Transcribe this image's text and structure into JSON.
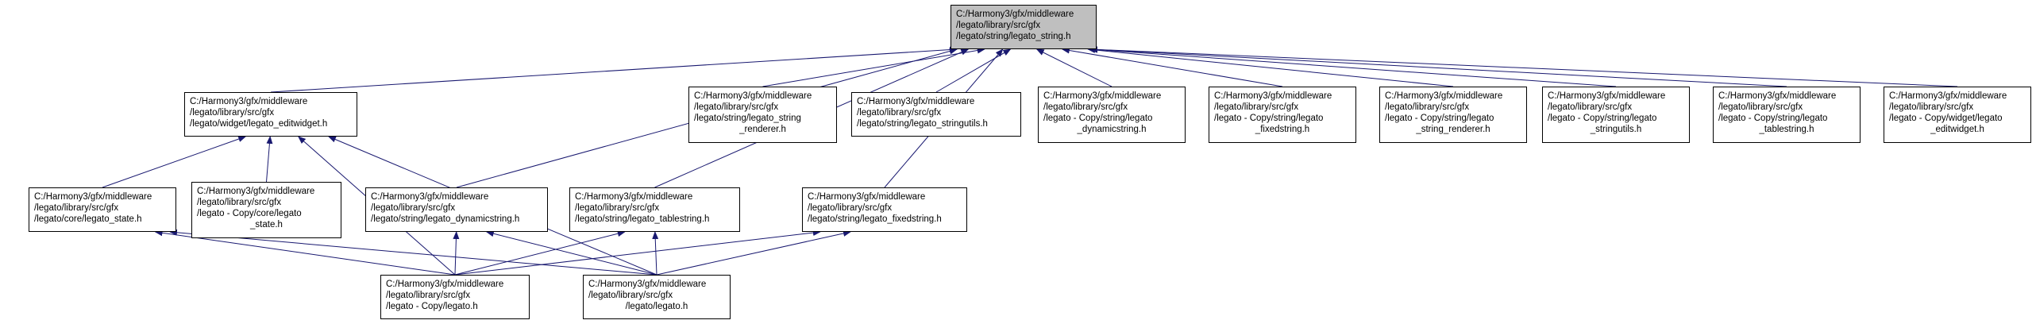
{
  "colors": {
    "edge": "#191970",
    "node_border": "#000000",
    "root_fill": "#bfbfbf",
    "node_fill": "#ffffff"
  },
  "nodes": {
    "root": [
      "C:/Harmony3/gfx/middleware",
      "/legato/library/src/gfx",
      "/legato/string/legato_string.h"
    ],
    "editwidget": [
      "C:/Harmony3/gfx/middleware",
      "/legato/library/src/gfx",
      "/legato/widget/legato_editwidget.h"
    ],
    "string_renderer": [
      "C:/Harmony3/gfx/middleware",
      "/legato/library/src/gfx",
      "/legato/string/legato_string",
      "_renderer.h"
    ],
    "stringutils": [
      "C:/Harmony3/gfx/middleware",
      "/legato/library/src/gfx",
      "/legato/string/legato_stringutils.h"
    ],
    "copy_dynamicstring": [
      "C:/Harmony3/gfx/middleware",
      "/legato/library/src/gfx",
      "/legato - Copy/string/legato",
      "_dynamicstring.h"
    ],
    "copy_fixedstring": [
      "C:/Harmony3/gfx/middleware",
      "/legato/library/src/gfx",
      "/legato - Copy/string/legato",
      "_fixedstring.h"
    ],
    "copy_string_renderer": [
      "C:/Harmony3/gfx/middleware",
      "/legato/library/src/gfx",
      "/legato - Copy/string/legato",
      "_string_renderer.h"
    ],
    "copy_stringutils": [
      "C:/Harmony3/gfx/middleware",
      "/legato/library/src/gfx",
      "/legato - Copy/string/legato",
      "_stringutils.h"
    ],
    "copy_tablestring": [
      "C:/Harmony3/gfx/middleware",
      "/legato/library/src/gfx",
      "/legato - Copy/string/legato",
      "_tablestring.h"
    ],
    "copy_editwidget": [
      "C:/Harmony3/gfx/middleware",
      "/legato/library/src/gfx",
      "/legato - Copy/widget/legato",
      "_editwidget.h"
    ],
    "core_state": [
      "C:/Harmony3/gfx/middleware",
      "/legato/library/src/gfx",
      "/legato/core/legato_state.h"
    ],
    "copy_core_state": [
      "C:/Harmony3/gfx/middleware",
      "/legato/library/src/gfx",
      "/legato - Copy/core/legato",
      "_state.h"
    ],
    "dynamicstring": [
      "C:/Harmony3/gfx/middleware",
      "/legato/library/src/gfx",
      "/legato/string/legato_dynamicstring.h"
    ],
    "tablestring": [
      "C:/Harmony3/gfx/middleware",
      "/legato/library/src/gfx",
      "/legato/string/legato_tablestring.h"
    ],
    "fixedstring": [
      "C:/Harmony3/gfx/middleware",
      "/legato/library/src/gfx",
      "/legato/string/legato_fixedstring.h"
    ],
    "copy_legato": [
      "C:/Harmony3/gfx/middleware",
      "/legato/library/src/gfx",
      "/legato - Copy/legato.h"
    ],
    "legato": [
      "C:/Harmony3/gfx/middleware",
      "/legato/library/src/gfx",
      "/legato/legato.h"
    ]
  },
  "edges": [
    [
      "editwidget",
      "root"
    ],
    [
      "string_renderer",
      "root"
    ],
    [
      "stringutils",
      "root"
    ],
    [
      "copy_dynamicstring",
      "root"
    ],
    [
      "copy_fixedstring",
      "root"
    ],
    [
      "copy_string_renderer",
      "root"
    ],
    [
      "copy_stringutils",
      "root"
    ],
    [
      "copy_tablestring",
      "root"
    ],
    [
      "copy_editwidget",
      "root"
    ],
    [
      "dynamicstring",
      "root"
    ],
    [
      "tablestring",
      "root"
    ],
    [
      "fixedstring",
      "root"
    ],
    [
      "core_state",
      "editwidget"
    ],
    [
      "copy_core_state",
      "editwidget"
    ],
    [
      "copy_legato",
      "editwidget"
    ],
    [
      "legato",
      "editwidget"
    ],
    [
      "copy_legato",
      "core_state"
    ],
    [
      "legato",
      "core_state"
    ],
    [
      "copy_legato",
      "dynamicstring"
    ],
    [
      "legato",
      "dynamicstring"
    ],
    [
      "copy_legato",
      "tablestring"
    ],
    [
      "legato",
      "tablestring"
    ],
    [
      "copy_legato",
      "fixedstring"
    ],
    [
      "legato",
      "fixedstring"
    ]
  ]
}
